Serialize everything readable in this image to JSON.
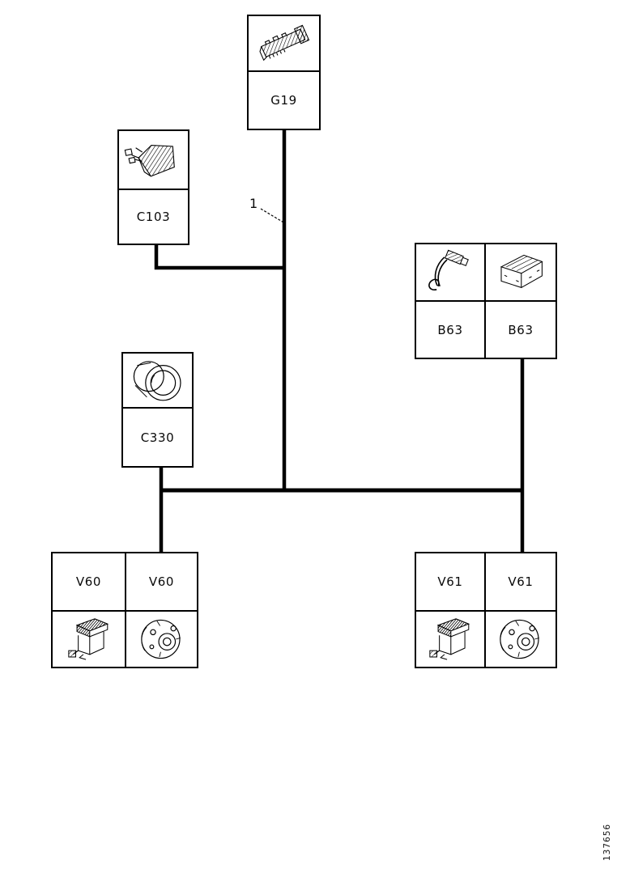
{
  "figure": {
    "callout_label": "1",
    "drawing_number": "137656"
  },
  "colors": {
    "line": "#000000",
    "background": "#ffffff"
  },
  "components": {
    "g19": {
      "label": "G19"
    },
    "c103": {
      "label": "C103"
    },
    "b63": {
      "labels": [
        "B63",
        "B63"
      ]
    },
    "c330": {
      "label": "C330"
    },
    "v60": {
      "labels": [
        "V60",
        "V60"
      ]
    },
    "v61": {
      "labels": [
        "V61",
        "V61"
      ]
    }
  },
  "illustrations": {
    "g19": "connector-strip-part-icon",
    "c103": "connector-block-part-icon",
    "b63_left": "sensor-with-cable-part-icon",
    "b63_right": "box-module-part-icon",
    "c330": "round-connector-part-icon",
    "v60_left": "solenoid-valve-part-icon",
    "v60_right": "compressor-part-icon",
    "v61_left": "solenoid-valve-part-icon",
    "v61_right": "compressor-part-icon"
  }
}
